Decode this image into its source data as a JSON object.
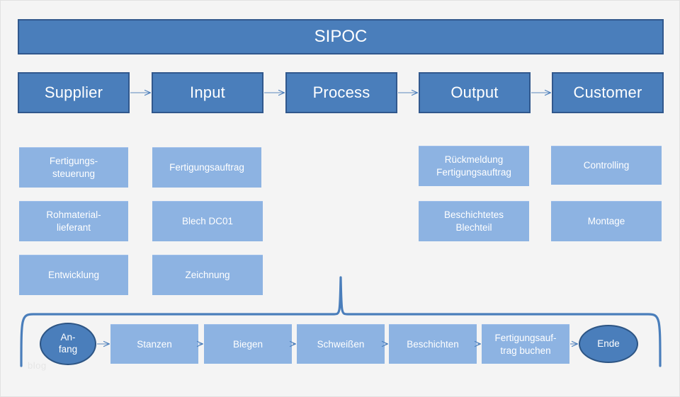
{
  "slide": {
    "title": "SIPOC",
    "watermark": "blog",
    "colors": {
      "dark_blue": "#4a7ebb",
      "dark_blue_border": "#31588d",
      "light_blue": "#8db3e2",
      "background": "#f4f4f4",
      "text_white": "#ffffff",
      "connector": "#4a7ebb"
    }
  },
  "columns": [
    {
      "id": "supplier",
      "header": "Supplier",
      "items": [
        "Fertigungs-\nsteuerung",
        "Rohmaterial-\nlieferant",
        "Entwicklung"
      ]
    },
    {
      "id": "input",
      "header": "Input",
      "items": [
        "Fertigungsauftrag",
        "Blech DC01",
        "Zeichnung"
      ]
    },
    {
      "id": "process",
      "header": "Process",
      "items": []
    },
    {
      "id": "output",
      "header": "Output",
      "items": [
        "Rückmeldung\nFertigungsauftrag",
        "Beschichtetes\nBlechteil"
      ]
    },
    {
      "id": "customer",
      "header": "Customer",
      "items": [
        "Controlling",
        "Montage"
      ]
    }
  ],
  "process_flow": {
    "start": "An-\nfang",
    "steps": [
      "Stanzen",
      "Biegen",
      "Schweißen",
      "Beschichten",
      "Fertigungsauf-\ntrag buchen"
    ],
    "end": "Ende"
  }
}
